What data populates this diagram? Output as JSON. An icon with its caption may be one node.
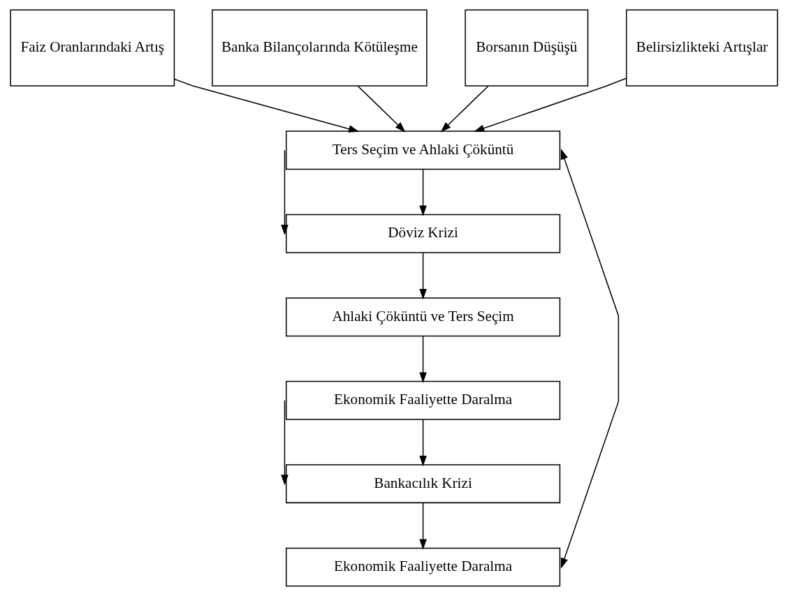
{
  "diagram": {
    "nodes": [
      {
        "text": [
          "Faiz Oranlarındaki Artış"
        ]
      },
      {
        "text": [
          "Banka Bilançolarında Kötüleşme"
        ]
      },
      {
        "text": [
          "Borsanın Düşüşü"
        ]
      },
      {
        "text": [
          "Belirsizlikteki Artışlar"
        ]
      },
      {
        "text": [
          "Ters Seçim ve Ahlaki Çöküntü"
        ]
      },
      {
        "text": [
          "Döviz Krizi"
        ]
      },
      {
        "text": [
          "Ahlaki Çöküntü ve Ters Seçim"
        ]
      },
      {
        "text": [
          "Ekonomik Faaliyette Daralma"
        ]
      },
      {
        "text": [
          "Bankacılık Krizi"
        ]
      },
      {
        "text": [
          "Ekonomik Faaliyette Daralma"
        ]
      }
    ],
    "edges": [
      {
        "from": 0,
        "to": 4,
        "arrow": "to"
      },
      {
        "from": 1,
        "to": 4,
        "arrow": "to"
      },
      {
        "from": 2,
        "to": 4,
        "arrow": "to"
      },
      {
        "from": 3,
        "to": 4,
        "arrow": "to"
      },
      {
        "from": 4,
        "to": 5,
        "arrow": "to"
      },
      {
        "from": 4,
        "to": 5,
        "arrow": "to"
      },
      {
        "from": 5,
        "to": 6,
        "arrow": "to"
      },
      {
        "from": 6,
        "to": 7,
        "arrow": "to"
      },
      {
        "from": 7,
        "to": 8,
        "arrow": "to"
      },
      {
        "from": 7,
        "to": 8,
        "arrow": "to"
      },
      {
        "from": 8,
        "to": 9,
        "arrow": "to"
      },
      {
        "from": 9,
        "to": 4,
        "arrow": "both"
      }
    ]
  }
}
